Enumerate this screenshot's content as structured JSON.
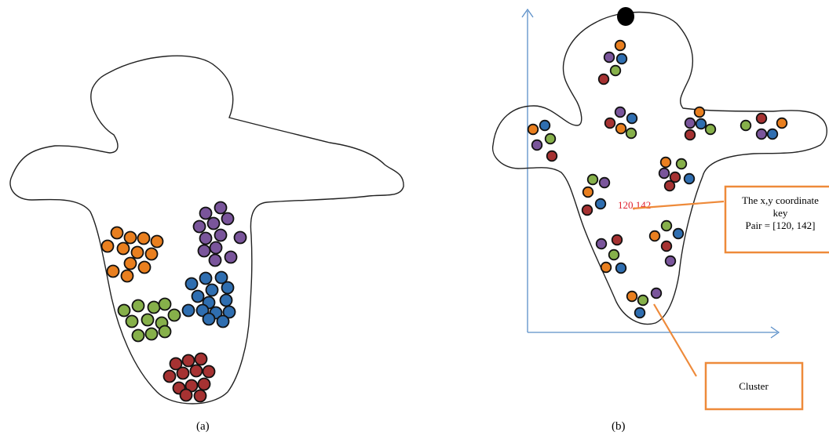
{
  "captions": {
    "a": "(a)",
    "b": "(b)"
  },
  "colors": {
    "orange": "#e97f1f",
    "purple": "#7a559b",
    "blue": "#2f6eb0",
    "green": "#86b04a",
    "red": "#a63232",
    "axis": "#5b8fc8",
    "callout": "#ee8a3a",
    "coord_label": "#e0202e",
    "outline": "#222222"
  },
  "callouts": {
    "coordinate_box": {
      "line1": "The x,y coordinate",
      "line2": "key",
      "line3": "Pair = [120, 142]"
    },
    "coordinate_label": "120,142",
    "cluster_box": "Cluster"
  },
  "panel_a_groups": [
    {
      "color": "orange",
      "count": 12
    },
    {
      "color": "purple",
      "count": 12
    },
    {
      "color": "blue",
      "count": 14
    },
    {
      "color": "green",
      "count": 11
    },
    {
      "color": "red",
      "count": 12
    }
  ]
}
